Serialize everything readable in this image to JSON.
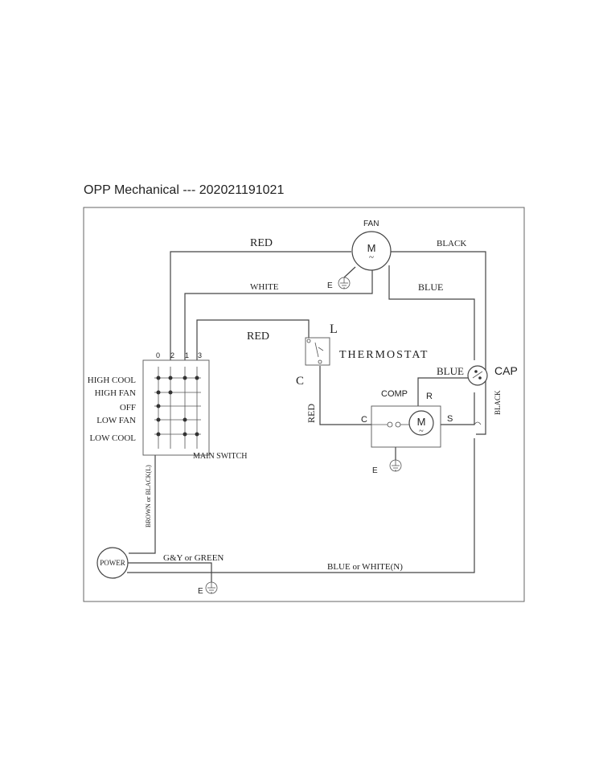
{
  "title": "OPP Mechanical --- 202021191021",
  "components": {
    "fan": "FAN",
    "fan_motor": "M",
    "thermostat": "THERMOSTAT",
    "thermostat_l": "L",
    "thermostat_c": "C",
    "comp": "COMP",
    "comp_motor": "M",
    "comp_r": "R",
    "comp_c": "C",
    "comp_s": "S",
    "cap": "CAP",
    "power": "POWER",
    "main_switch": "MAIN SWITCH",
    "earth": "E"
  },
  "switch": {
    "terminals": [
      "0",
      "2",
      "1",
      "3"
    ],
    "positions": [
      "HIGH COOL",
      "HIGH FAN",
      "OFF",
      "LOW FAN",
      "LOW COOL"
    ]
  },
  "wires": {
    "red_top": "RED",
    "white": "WHITE",
    "black_top": "BLACK",
    "blue_top": "BLUE",
    "red_mid": "RED",
    "red_vertical": "RED",
    "blue_comp": "BLUE",
    "black_vertical": "BLACK",
    "brown_black": "BROWN or BLACK(L)",
    "gy_green": "G&Y or GREEN",
    "blue_white": "BLUE or WHITE(N)"
  }
}
